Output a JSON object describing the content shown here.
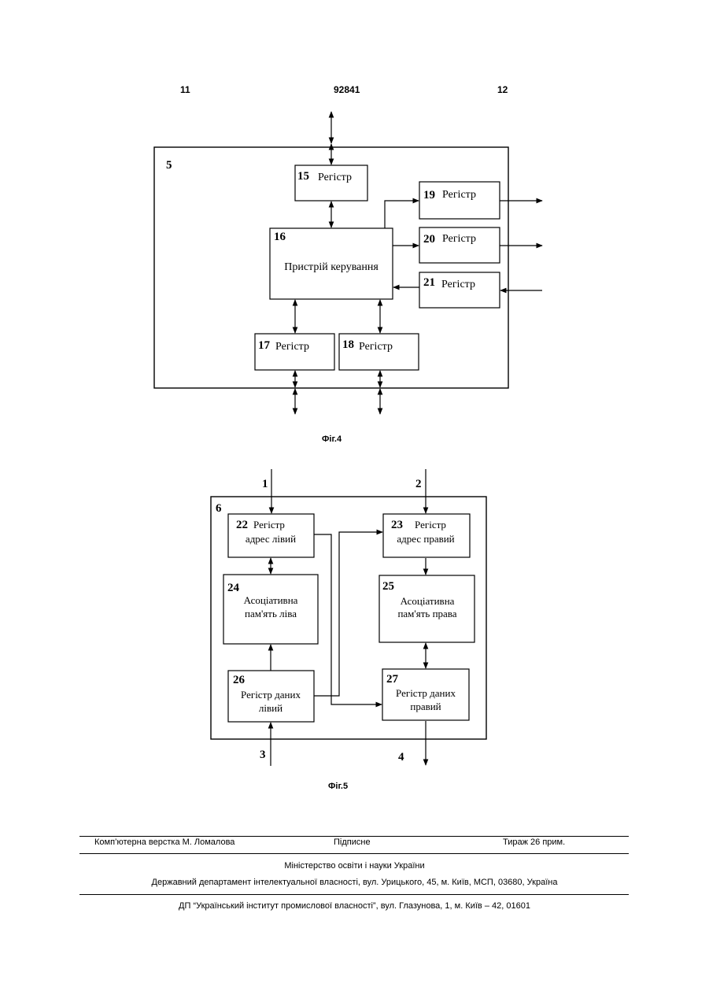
{
  "header": {
    "page_left": "11",
    "patent_number": "92841",
    "page_right": "12"
  },
  "fig4": {
    "caption": "Фіг.4",
    "block_number": "5",
    "blocks": [
      {
        "num": "15",
        "label": "Регістр"
      },
      {
        "num": "16",
        "label": "Пристрій керування"
      },
      {
        "num": "17",
        "label": "Регістр"
      },
      {
        "num": "18",
        "label": "Регістр"
      },
      {
        "num": "19",
        "label": "Регістр"
      },
      {
        "num": "20",
        "label": "Регістр"
      },
      {
        "num": "21",
        "label": "Регістр"
      }
    ]
  },
  "fig5": {
    "caption": "Фіг.5",
    "block_number": "6",
    "inputs": [
      "1",
      "2",
      "3"
    ],
    "output": "4",
    "blocks": [
      {
        "num": "22",
        "line1": "Регістр",
        "line2": "адрес лівий"
      },
      {
        "num": "23",
        "line1": "Регістр",
        "line2": "адрес правий"
      },
      {
        "num": "24",
        "line1": "Асоціативна",
        "line2": "пам'ять ліва"
      },
      {
        "num": "25",
        "line1": "Асоціативна",
        "line2": "пам'ять права"
      },
      {
        "num": "26",
        "line1": "Регістр даних",
        "line2": "лівий"
      },
      {
        "num": "27",
        "line1": "Регістр даних",
        "line2": "правий"
      }
    ]
  },
  "footer": {
    "layout": "Комп’ютерна верстка М. Ломалова",
    "signed": "Підписне",
    "circulation": "Тираж 26 прим.",
    "ministry": "Міністерство освіти і науки України",
    "department": "Державний департамент інтелектуальної власності, вул. Урицького, 45, м. Київ, МСП, 03680, Україна",
    "institute": "ДП “Український інститут промислової власності”, вул. Глазунова, 1, м. Київ – 42, 01601"
  }
}
